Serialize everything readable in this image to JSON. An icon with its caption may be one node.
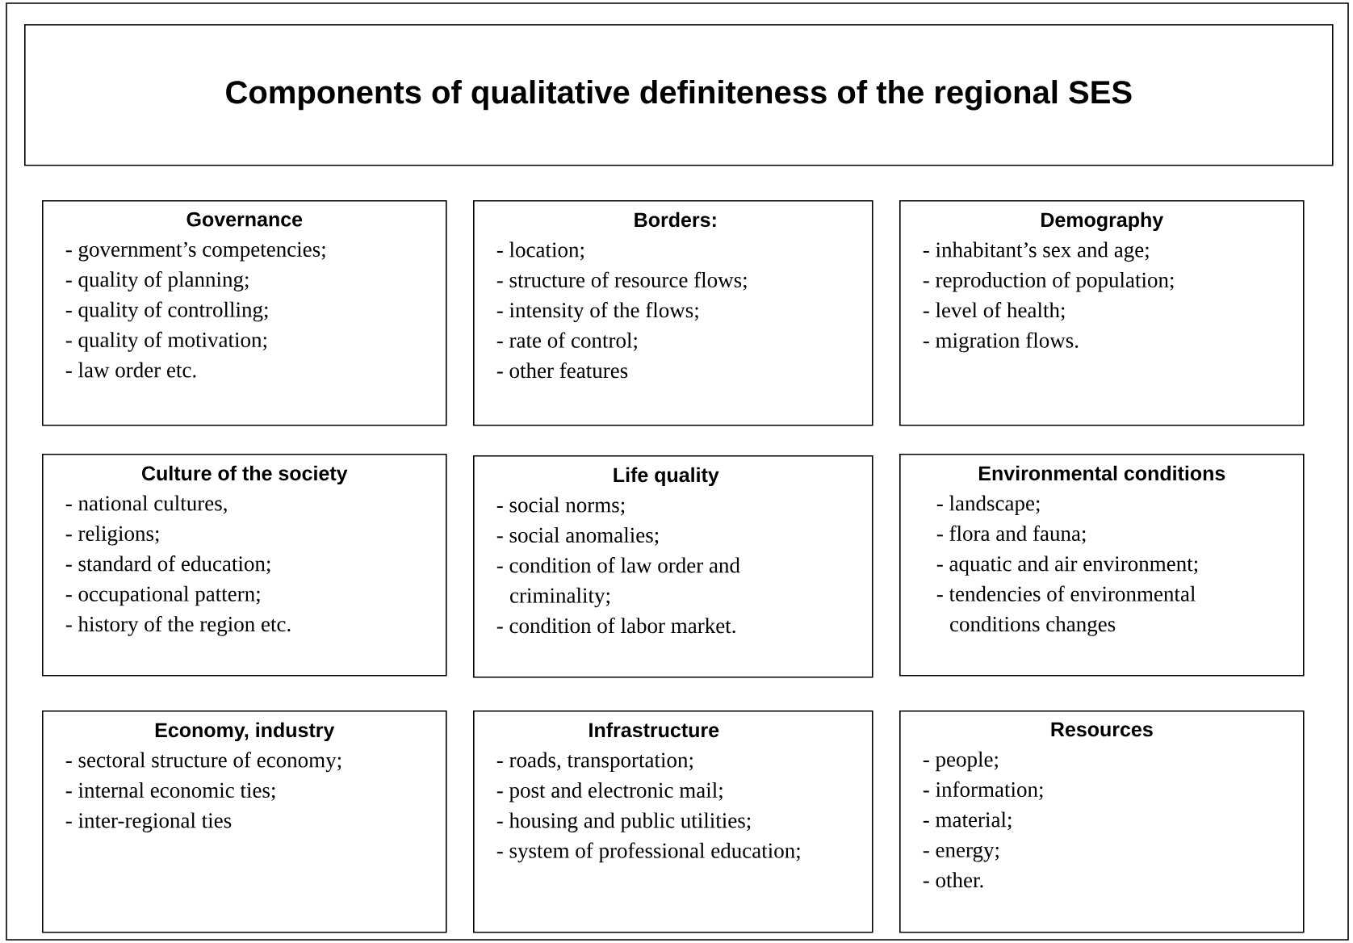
{
  "diagram": {
    "nodes": [
      {
        "text": [
          "Components of qualitative definiteness of the regional SES"
        ]
      },
      {
        "text": [
          "Governance",
          "- government’s competencies;",
          "- quality of planning;",
          "- quality of controlling;",
          "- quality of motivation;",
          "- law order etc."
        ]
      },
      {
        "text": [
          "Borders:",
          "- location;",
          "- structure of resource flows;",
          "- intensity of the flows;",
          "- rate of control;",
          "- other features"
        ]
      },
      {
        "text": [
          "Demography",
          "- inhabitant’s sex and age;",
          "- reproduction of population;",
          "- level of health;",
          "- migration flows."
        ]
      },
      {
        "text": [
          "Culture of the society",
          "- national cultures,",
          "- religions;",
          "- standard of education;",
          "- occupational pattern;",
          "- history of the region etc."
        ]
      },
      {
        "text": [
          "Life quality",
          "- social norms;",
          "- social anomalies;",
          "- condition of law order and criminality;",
          "- condition of labor market."
        ]
      },
      {
        "text": [
          "Environmental conditions",
          "- landscape;",
          "- flora and fauna;",
          "- aquatic and air environment;",
          "- tendencies of environmental conditions changes"
        ]
      },
      {
        "text": [
          "Economy, industry",
          "- sectoral structure of economy;",
          "- internal economic ties;",
          "- inter-regional ties"
        ]
      },
      {
        "text": [
          "Infrastructure",
          "- roads, transportation;",
          "- post and electronic mail;",
          "- housing and public utilities;",
          "- system of professional education;"
        ]
      },
      {
        "text": [
          "Resources",
          "- people;",
          "- information;",
          "- material;",
          "- energy;",
          "- other."
        ]
      }
    ]
  }
}
